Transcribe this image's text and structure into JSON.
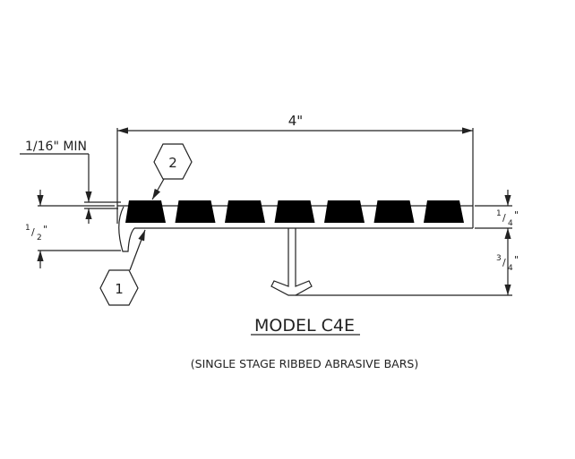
{
  "dimensions": {
    "overall_width": "4\"",
    "min_gap": "1/16\" MIN",
    "min_gap_num": "1",
    "min_gap_den": "16",
    "min_gap_suffix": "\" MIN",
    "nose_height_num": "1",
    "nose_height_den": "2",
    "bar_height_num": "1",
    "bar_height_den": "4",
    "stem_height_num": "3",
    "stem_height_den": "4",
    "inch_mark": "\""
  },
  "callouts": [
    {
      "label": "1"
    },
    {
      "label": "2"
    }
  ],
  "bars_count": 7,
  "title": "MODEL C4E",
  "subtitle": "(SINGLE STAGE RIBBED ABRASIVE BARS)"
}
